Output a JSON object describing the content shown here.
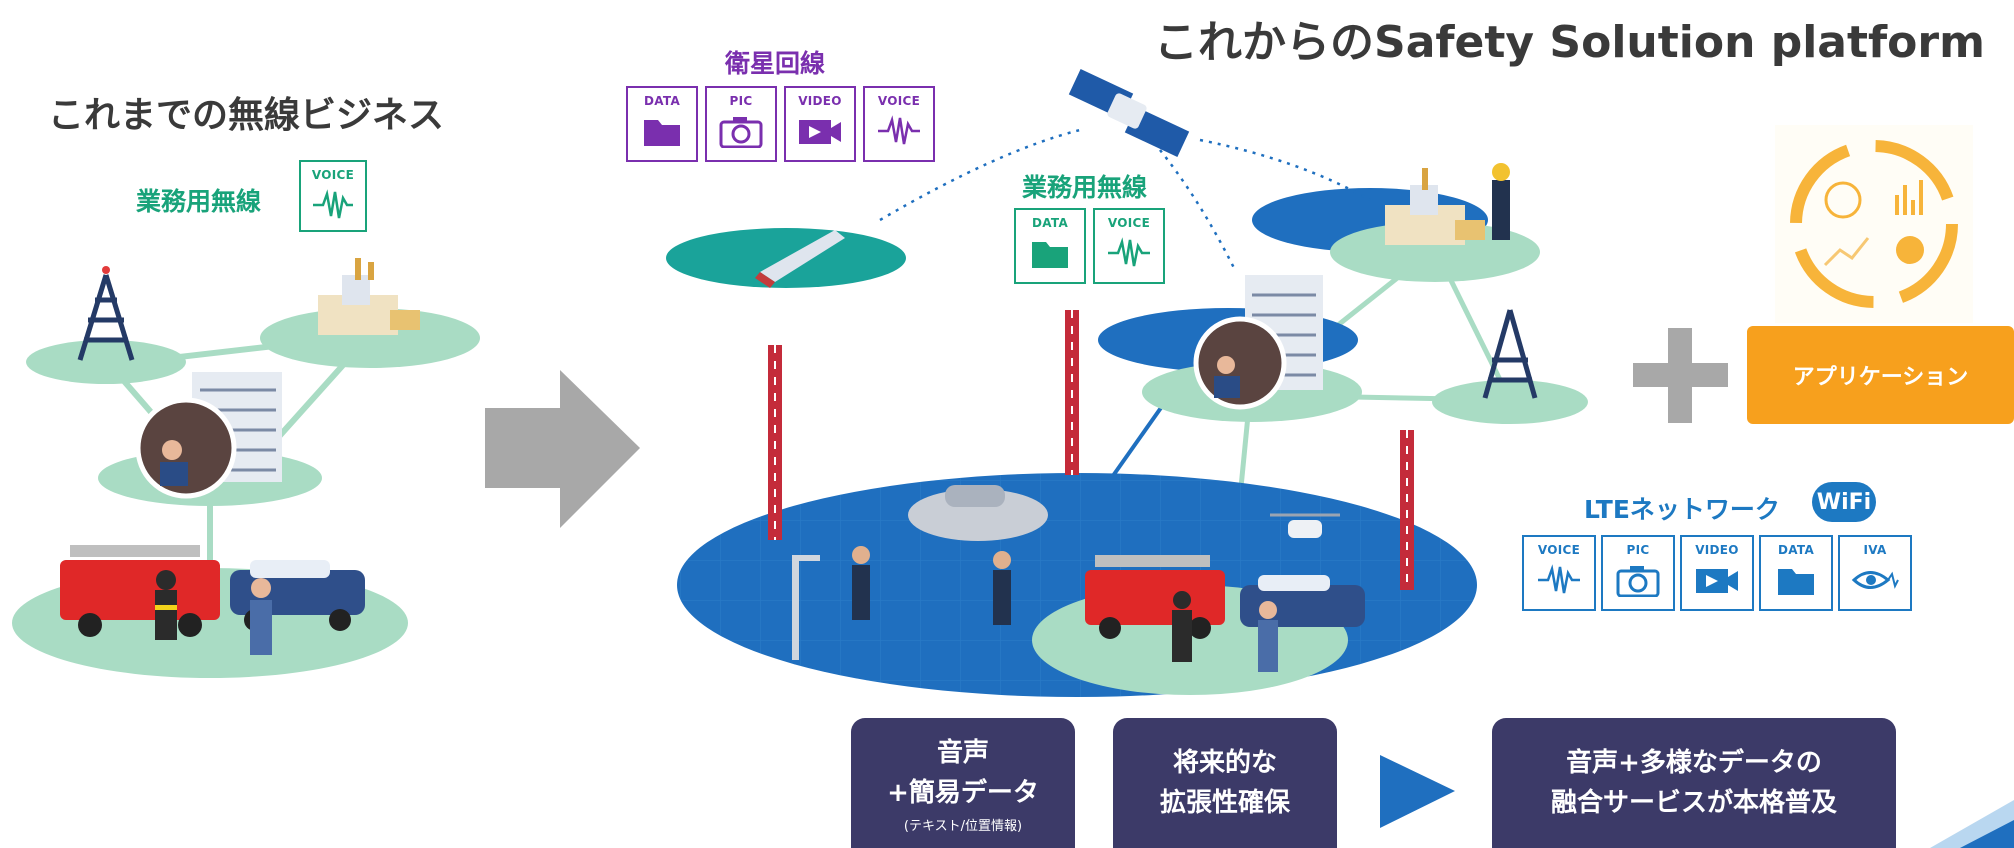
{
  "titles": {
    "main": "これからのSafety Solution platform",
    "left": "これまでの無線ビジネス"
  },
  "left_panel": {
    "label": "業務用無線",
    "icons": [
      {
        "label": "VOICE",
        "icon": "voice-wave-icon"
      }
    ]
  },
  "satellite_panel": {
    "label": "衛星回線",
    "icons": [
      {
        "label": "DATA",
        "icon": "folder-icon"
      },
      {
        "label": "PIC",
        "icon": "camera-icon"
      },
      {
        "label": "VIDEO",
        "icon": "video-icon"
      },
      {
        "label": "VOICE",
        "icon": "voice-wave-icon"
      }
    ]
  },
  "radio_panel": {
    "label": "業務用無線",
    "icons": [
      {
        "label": "DATA",
        "icon": "folder-icon"
      },
      {
        "label": "VOICE",
        "icon": "voice-wave-icon"
      }
    ]
  },
  "lte_panel": {
    "label": "LTEネットワーク",
    "wifi_label": "WiFi",
    "icons": [
      {
        "label": "VOICE",
        "icon": "voice-wave-icon"
      },
      {
        "label": "PIC",
        "icon": "camera-icon"
      },
      {
        "label": "VIDEO",
        "icon": "video-icon"
      },
      {
        "label": "DATA",
        "icon": "folder-icon"
      },
      {
        "label": "IVA",
        "icon": "eye-icon"
      }
    ]
  },
  "application": {
    "label": "アプリケーション"
  },
  "bottom_boxes": [
    {
      "line1": "音声",
      "line2": "+簡易データ",
      "sub": "(テキスト/位置情報)"
    },
    {
      "line1": "将来的な",
      "line2": "拡張性確保"
    },
    {
      "line1": "音声+多様なデータの",
      "line2": "融合サービスが本格普及"
    }
  ],
  "colors": {
    "green_accent": "#19a37a",
    "purple_accent": "#7a2fae",
    "blue_accent": "#1d79c2",
    "platform_blue": "#1f6fbf",
    "mint_disc": "#a9dcc4",
    "dark_box": "#3c3a68",
    "orange": "#f7a01d",
    "gray_arrow": "#a8a8a8"
  }
}
